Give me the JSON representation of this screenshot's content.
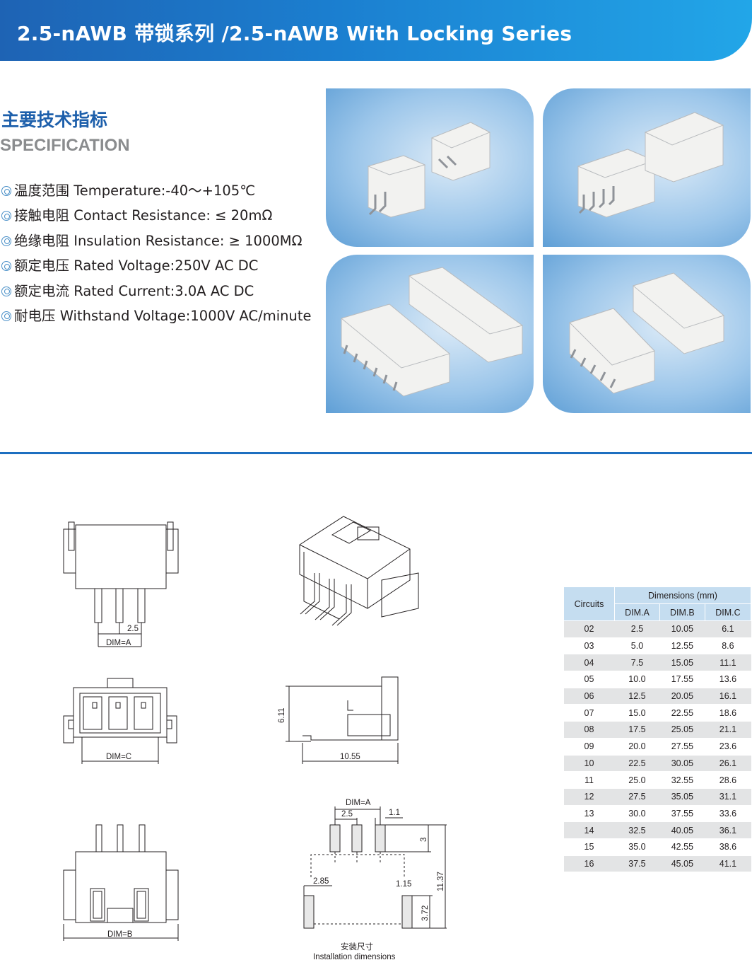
{
  "header": {
    "title": "2.5-nAWB 带锁系列 /2.5-nAWB With Locking Series"
  },
  "spec": {
    "title_cn": "主要技术指标",
    "title_en": "SPECIFICATION",
    "items": [
      "温度范围 Temperature:-40～+105℃",
      "接触电阻 Contact Resistance: ≤ 20mΩ",
      "绝缘电阻 Insulation Resistance: ≥ 1000MΩ",
      "额定电压 Rated Voltage:250V AC DC",
      "额定电流 Rated Current:3.0A AC DC",
      "耐电压 Withstand Voltage:1000V AC/minute"
    ]
  },
  "drawings": {
    "labels": {
      "pitch": "2.5",
      "dim_a": "DIM=A",
      "dim_c": "DIM=C",
      "dim_b": "DIM=B",
      "height": "6.11",
      "depth": "10.55",
      "pad_dim_a": "DIM=A",
      "pad_pitch": "2.5",
      "pad_width": "1.1",
      "pad_len": "3",
      "total_len": "11.37",
      "side_offset": "2.85",
      "side_width": "1.15",
      "side_len": "3.72",
      "install_cn": "安装尺寸",
      "install_en": "Installation dimensions"
    }
  },
  "dim_table": {
    "header_circuits": "Circuits",
    "header_group": "Dimensions (mm)",
    "columns": [
      "DIM.A",
      "DIM.B",
      "DIM.C"
    ],
    "rows": [
      [
        "02",
        "2.5",
        "10.05",
        "6.1"
      ],
      [
        "03",
        "5.0",
        "12.55",
        "8.6"
      ],
      [
        "04",
        "7.5",
        "15.05",
        "11.1"
      ],
      [
        "05",
        "10.0",
        "17.55",
        "13.6"
      ],
      [
        "06",
        "12.5",
        "20.05",
        "16.1"
      ],
      [
        "07",
        "15.0",
        "22.55",
        "18.6"
      ],
      [
        "08",
        "17.5",
        "25.05",
        "21.1"
      ],
      [
        "09",
        "20.0",
        "27.55",
        "23.6"
      ],
      [
        "10",
        "22.5",
        "30.05",
        "26.1"
      ],
      [
        "11",
        "25.0",
        "32.55",
        "28.6"
      ],
      [
        "12",
        "27.5",
        "35.05",
        "31.1"
      ],
      [
        "13",
        "30.0",
        "37.55",
        "33.6"
      ],
      [
        "14",
        "32.5",
        "40.05",
        "36.1"
      ],
      [
        "15",
        "35.0",
        "42.55",
        "38.6"
      ],
      [
        "16",
        "37.5",
        "45.05",
        "41.1"
      ]
    ]
  },
  "colors": {
    "brand_blue": "#1d5fab",
    "header_start": "#1e63b4",
    "header_end": "#22a6e8",
    "table_header": "#c5ddf0",
    "table_stripe": "#e3e4e5"
  }
}
